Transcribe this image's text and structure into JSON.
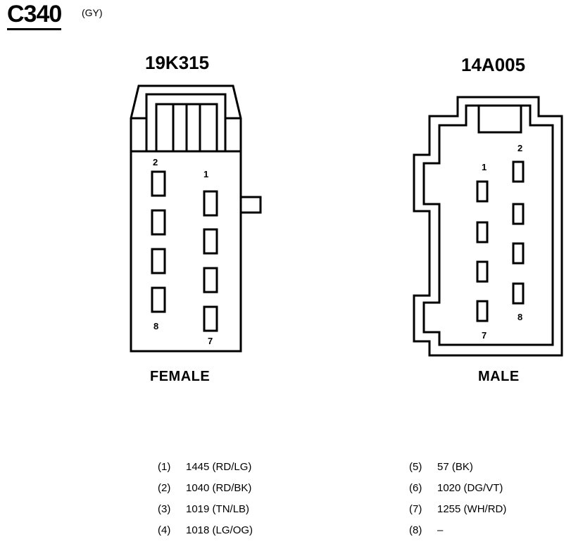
{
  "connector": {
    "name": "C340",
    "color": "(GY)"
  },
  "female": {
    "part_number": "19K315",
    "label": "FEMALE",
    "pin_labels": {
      "top_left": "2",
      "top_right": "1",
      "bottom_left": "8",
      "bottom_right": "7"
    }
  },
  "male": {
    "part_number": "14A005",
    "label": "MALE",
    "pin_labels": {
      "top_left": "1",
      "top_right": "2",
      "bottom_left": "7",
      "bottom_right": "8"
    }
  },
  "pinout": [
    {
      "pin": "(1)",
      "circuit": "1445 (RD/LG)"
    },
    {
      "pin": "(2)",
      "circuit": "1040 (RD/BK)"
    },
    {
      "pin": "(3)",
      "circuit": "1019 (TN/LB)"
    },
    {
      "pin": "(4)",
      "circuit": "1018 (LG/OG)"
    },
    {
      "pin": "(5)",
      "circuit": "57 (BK)"
    },
    {
      "pin": "(6)",
      "circuit": "1020 (DG/VT)"
    },
    {
      "pin": "(7)",
      "circuit": "1255 (WH/RD)"
    },
    {
      "pin": "(8)",
      "circuit": "–"
    }
  ]
}
